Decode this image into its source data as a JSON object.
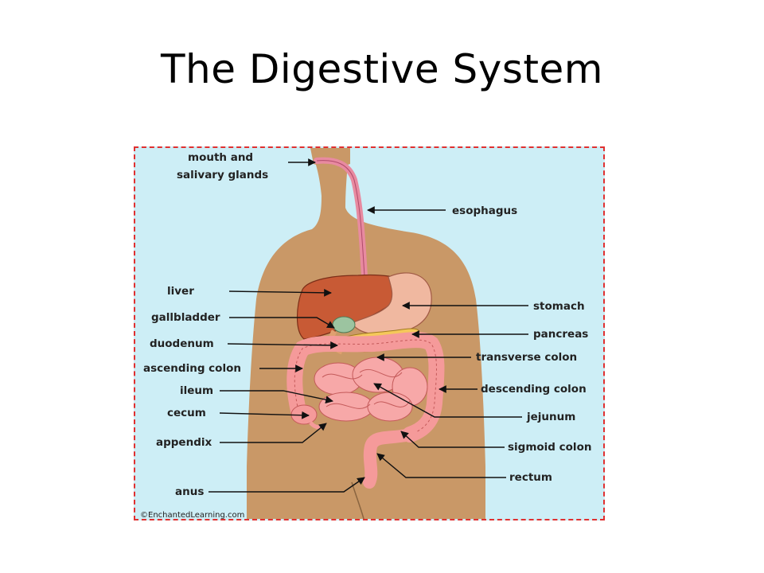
{
  "title": "The Digestive System",
  "labels": {
    "mouth_line1": "mouth and",
    "mouth_line2": "salivary glands",
    "esophagus": "esophagus",
    "liver": "liver",
    "gallbladder": "gallbladder",
    "duodenum": "duodenum",
    "ascending_colon": "ascending colon",
    "ileum": "ileum",
    "cecum": "cecum",
    "appendix": "appendix",
    "anus": "anus",
    "stomach": "stomach",
    "pancreas": "pancreas",
    "transverse_colon": "transverse colon",
    "descending_colon": "descending colon",
    "jejunum": "jejunum",
    "sigmoid_colon": "sigmoid colon",
    "rectum": "rectum"
  },
  "copyright": "©EnchantedLearning.com",
  "colors": {
    "background": "#cdeef6",
    "frame": "#e03030",
    "skin": "#c99867",
    "liver": "#c85a35",
    "stomach": "#f0b8a0",
    "pancreas": "#f5c85a",
    "intestine": "#f59a9a",
    "esophagus": "#e88aa0"
  }
}
